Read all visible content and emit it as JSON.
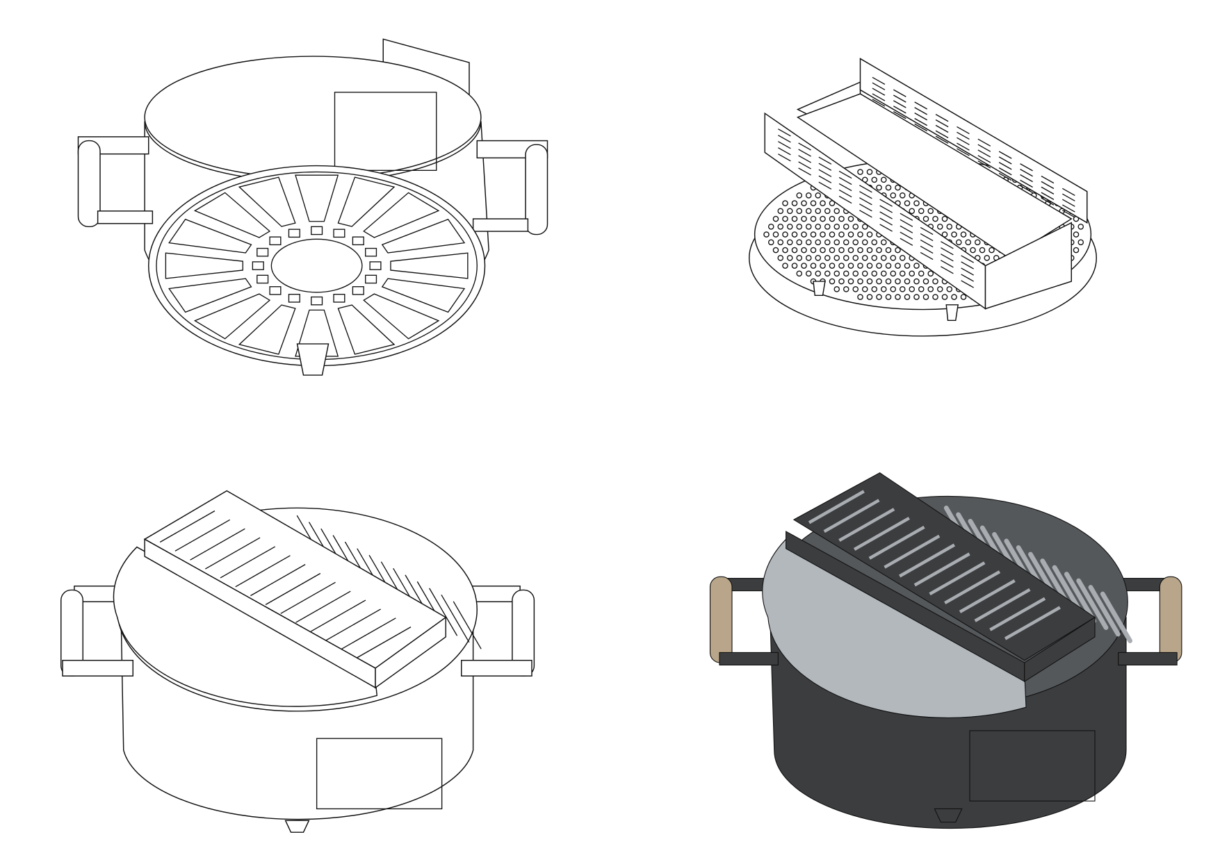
{
  "colors": {
    "line": "#111111",
    "paper": "#ffffff",
    "steel_dark": "#3b3d3f",
    "steel_mid": "#55585b",
    "plate_light": "#b3b8bd",
    "bar": "#a9adb1",
    "wood": "#b9a68a"
  },
  "parts": {
    "bottom_slots": 16,
    "inner_slots": 16,
    "grate_bars": 14,
    "tray_bars": 14
  }
}
